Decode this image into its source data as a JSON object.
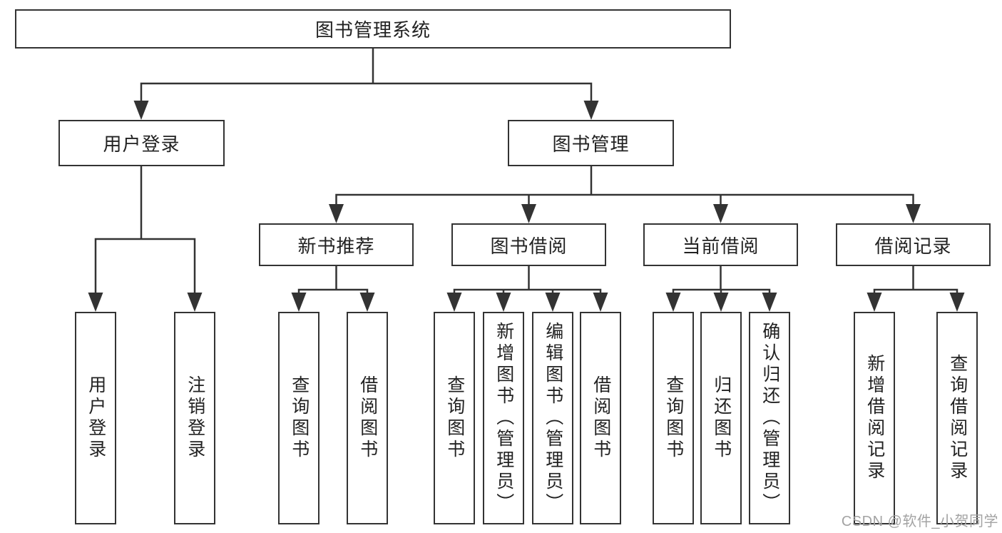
{
  "title": "图书管理系统",
  "level1": {
    "user_login": {
      "label": "用户登录",
      "children": [
        "用户登录",
        "注销登录"
      ]
    },
    "book_mgmt": {
      "label": "图书管理"
    }
  },
  "level2": {
    "new_books": {
      "label": "新书推荐",
      "children": [
        "查询图书",
        "借阅图书"
      ]
    },
    "borrowing": {
      "label": "图书借阅",
      "children": [
        "查询图书",
        "新增图书（管理员）",
        "编辑图书（管理员）",
        "借阅图书"
      ]
    },
    "current": {
      "label": "当前借阅",
      "children": [
        "查询图书",
        "归还图书",
        "确认归还（管理员）"
      ]
    },
    "records": {
      "label": "借阅记录",
      "children": [
        "新增借阅记录",
        "查询借阅记录"
      ]
    }
  },
  "watermark": "CSDN @软件_小贺同学",
  "colors": {
    "line": "#333333",
    "box_fill": "#ffffff",
    "text": "#222222",
    "watermark": "#a3a3a3",
    "background": "#ffffff"
  }
}
